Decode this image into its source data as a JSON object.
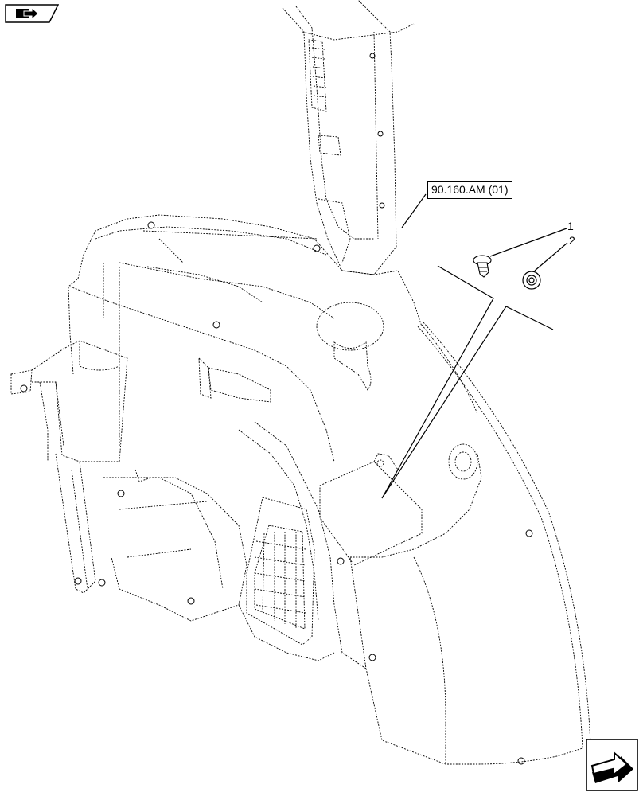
{
  "diagram": {
    "reference_box": "90.160.AM (01)",
    "callouts": [
      {
        "number": "1",
        "part": "push-rivet-clip"
      },
      {
        "number": "2",
        "part": "grommet-washer"
      }
    ]
  },
  "icons": {
    "category_badge": "book-arrow-icon",
    "navigation_badge": "next-page-arrow-icon"
  },
  "colors": {
    "line": "#000000",
    "background": "#ffffff"
  }
}
